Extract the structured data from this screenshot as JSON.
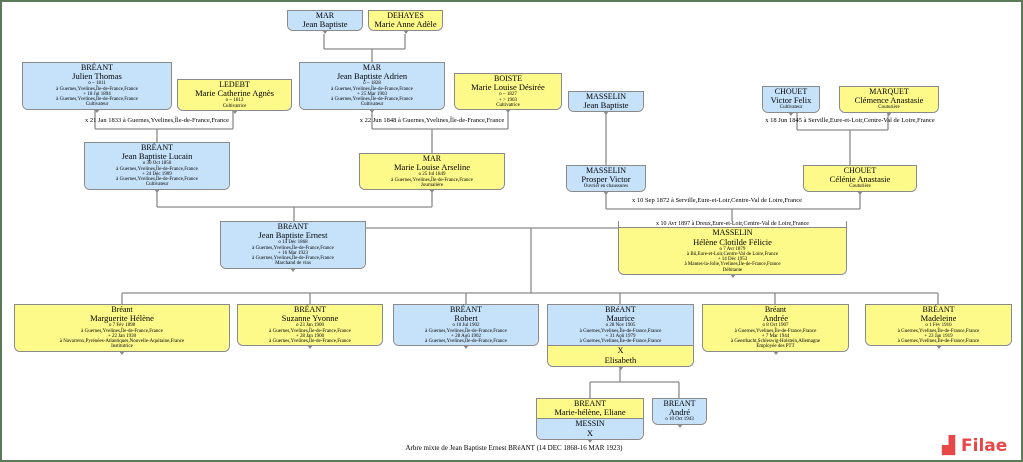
{
  "colors": {
    "male": "#c6e2fb",
    "female": "#fdfa8a",
    "line": "#8a8a8a",
    "frame": "#5a7a5a",
    "logo": "#e8474a"
  },
  "persons": [
    {
      "id": "mar_jb",
      "sex": "male",
      "surname": "MAR",
      "given": "Jean Baptiste",
      "details": []
    },
    {
      "id": "dehayes",
      "sex": "female",
      "surname": "DEHAYES",
      "given": "Marie Anne Adèle",
      "details": []
    },
    {
      "id": "breant_julien",
      "sex": "male",
      "surname": "BRÉANT",
      "given": "Julien Thomas",
      "details": [
        "o ~ 1811",
        "à Guernes,Yvelines,Île-de-France,France",
        "+ 18 Jul 1894",
        "à Guernes,Yvelines,Île-de-France,France",
        "Cultivateur"
      ]
    },
    {
      "id": "ledebt",
      "sex": "female",
      "surname": "LEDEBT",
      "given": "Marie Catherine Agnès",
      "details": [
        "o ~ 1813",
        "Cultivatrice"
      ]
    },
    {
      "id": "mar_adrien",
      "sex": "male",
      "surname": "MAR",
      "given": "Jean Baptiste Adrien",
      "details": [
        "o ~ 1828",
        "à Guernes,Yvelines,Île-de-France,France",
        "+ 25 Mar 1903",
        "à Guernes,Yvelines,Île-de-France,France",
        "Cultivateur"
      ]
    },
    {
      "id": "boiste",
      "sex": "female",
      "surname": "BOISTE",
      "given": "Marie Louise Désirée",
      "details": [
        "o ~ 1827",
        "+ > 1903",
        "Cultivatrice"
      ]
    },
    {
      "id": "masselin_jb",
      "sex": "male",
      "surname": "MASSELIN",
      "given": "Jean Baptiste",
      "details": []
    },
    {
      "id": "chouet_victor",
      "sex": "male",
      "surname": "CHOUET",
      "given": "Victor Felix",
      "details": [
        "Cultivateur"
      ]
    },
    {
      "id": "marquet",
      "sex": "female",
      "surname": "MARQUET",
      "given": "Clémence Anastasie",
      "details": [
        "Couturière"
      ]
    },
    {
      "id": "breant_lucain",
      "sex": "male",
      "surname": "BRÉANT",
      "given": "Jean Baptiste Lucain",
      "details": [
        "o 30 Oct 1850",
        "à Guernes,Yvelines,Île-de-France,France",
        "+ 24 Déc 1909",
        "à Guernes,Yvelines,Île-de-France,France",
        "Cultivateur"
      ]
    },
    {
      "id": "mar_arseline",
      "sex": "female",
      "surname": "MAR",
      "given": "Marie Louise Arseline",
      "details": [
        "o 25 Jul 1849",
        "à Guernes,Yvelines,Île-de-France,France",
        "Journalière"
      ]
    },
    {
      "id": "masselin_prosper",
      "sex": "male",
      "surname": "MASSELIN",
      "given": "Prosper Victor",
      "details": [
        "Ouvrier en chaussures"
      ]
    },
    {
      "id": "chouet_celenie",
      "sex": "female",
      "surname": "CHOUET",
      "given": "Célénie Anastasie",
      "details": [
        "Couturière"
      ]
    },
    {
      "id": "breant_ernest",
      "sex": "male",
      "surname": "BRéANT",
      "given": "Jean Baptiste Ernest",
      "details": [
        "o 14 Déc 1868",
        "à Guernes,Yvelines,Île-de-France,France",
        "+ 16 Mar 1923",
        "à Guernes,Yvelines,Île-de-France,France",
        "Marchand de vins"
      ]
    },
    {
      "id": "masselin_helene",
      "sex": "female",
      "marriage": "x 10 Avr 1897 à Dreux,Eure-et-Loir,Centre-Val de Loire,France",
      "surname": "MASSELIN",
      "given": "Hélène Clotilde Félicie",
      "details": [
        "o 7 Avr 1879",
        "à Bû,Eure-et-Loir,Centre-Val de Loire,France",
        "+ 14 Déc 1953",
        "à Mantes-la-Jolie,Yvelines,Île-de-France,France",
        "Débitante"
      ]
    },
    {
      "id": "marguerite",
      "sex": "female",
      "surname": "Bréant",
      "given": "Marguerite Hélène",
      "details": [
        "o 7 Fév 1898",
        "à Guernes,Yvelines,Île-de-France,France",
        "+ 22 Jan 1930",
        "à Navarrenx,Pyrénées-Atlantiques,Nouvelle-Aquitaine,France",
        "Institutrice"
      ]
    },
    {
      "id": "suzanne",
      "sex": "female",
      "surname": "BRÉANT",
      "given": "Suzanne Yvonne",
      "details": [
        "o 23 Jan 1900",
        "à Guernes,Yvelines,Île-de-France,France",
        "+ 28 Jan 1900",
        "à Guernes,Yvelines,Île-de-France,France"
      ]
    },
    {
      "id": "robert",
      "sex": "male",
      "surname": "BRÉANT",
      "given": "Robert",
      "details": [
        "o 10 Jul 1902",
        "à Guernes,Yvelines,Île-de-France,France",
        "+ 28 Aoû 1902",
        "à Guernes,Yvelines,Île-de-France,France"
      ]
    },
    {
      "id": "maurice",
      "sex": "male",
      "surname": "BRéANT",
      "given": "Maurice",
      "details": [
        "o 28 Nov 1905",
        "à Guernes,Yvelines,Île-de-France,France",
        "+ 31 Aoû 1979",
        "à Guernes,Yvelines,Île-de-France,France"
      ],
      "spouse": {
        "sex": "female",
        "surname": "X",
        "given": "Elisabeth"
      }
    },
    {
      "id": "andree",
      "sex": "female",
      "surname": "Bréant",
      "given": "Andrée",
      "details": [
        "o 8 Oct 1907",
        "à Guernes,Yvelines,Île-de-France,France",
        "+ 7 Mar 1944",
        "à Geesthacht,Schleswig-Holstein,Allemagne",
        "Employée des PTT"
      ]
    },
    {
      "id": "madeleine",
      "sex": "female",
      "surname": "BRÉANT",
      "given": "Madeleine",
      "details": [
        "o 1 Fév 1916",
        "à Guernes,Yvelines,Île-de-France,France",
        "+ 23 Jan 1919",
        "à Guernes,Yvelines,Île-de-France,France"
      ]
    },
    {
      "id": "marie_helene",
      "sex": "female",
      "surname": "BREANT",
      "given": "Marie-hélène, Eliane",
      "details": [],
      "spouse": {
        "sex": "male",
        "surname": "MESSIN",
        "given": "X"
      }
    },
    {
      "id": "andre",
      "sex": "male",
      "surname": "BREANT",
      "given": "André",
      "details": [
        "o 10 Oct 1943"
      ]
    }
  ],
  "marriages": [
    {
      "id": "m1833",
      "text": "x 21 Jan 1833 à Guernes,Yvelines,Île-de-France,France"
    },
    {
      "id": "m1848",
      "text": "x 22 Jun 1848 à Guernes,Yvelines,Île-de-France,France"
    },
    {
      "id": "m1845",
      "text": "x 18 Jun 1845 à Serville,Eure-et-Loir,Centre-Val de Loire,France"
    },
    {
      "id": "m1872",
      "text": "x 10 Sep 1872 à Serville,Eure-et-Loir,Centre-Val de Loire,France"
    }
  ],
  "footer": "Arbre mixte de Jean Baptiste Ernest BRéANT (14 DEC 1868-16 MAR 1923)",
  "logo": "Filae"
}
